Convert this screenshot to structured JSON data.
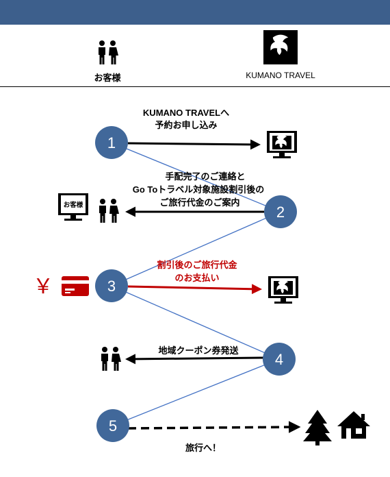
{
  "header": {
    "customer_label": "お客様",
    "company_label": "KUMANO TRAVEL"
  },
  "steps": {
    "s1": "1",
    "s2": "2",
    "s3": "3",
    "s4": "4",
    "s5": "5"
  },
  "messages": {
    "m1_line1": "KUMANO TRAVELへ",
    "m1_line2": "予約お申し込み",
    "m2_line1": "手配完了のご連絡と",
    "m2_line2": "Go Toトラベル対象施設割引後の",
    "m2_line3": "ご旅行代金のご案内",
    "m3_line1": "割引後のご旅行代金",
    "m3_line2": "のお支払い",
    "m4_line1": "地域クーポン券発送",
    "m5_line1": "旅行へ！"
  },
  "monitor_customer_label": "お客様",
  "yen_symbol": "￥",
  "colors": {
    "topbar": "#3d5f8c",
    "circle": "#41689a",
    "connector": "#4472c4",
    "red": "#c00000"
  }
}
